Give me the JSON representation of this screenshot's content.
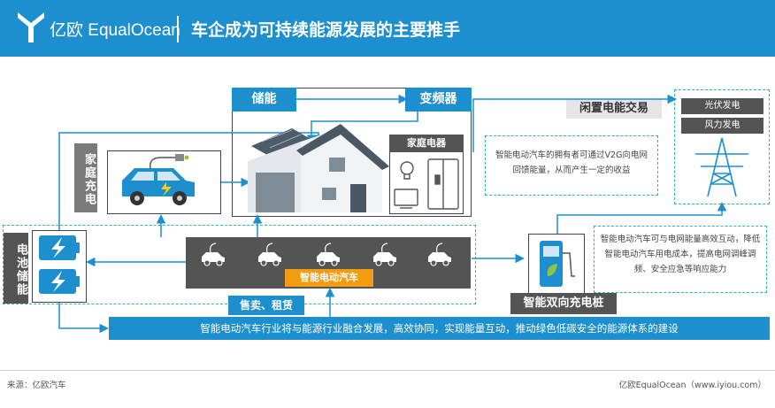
{
  "header": {
    "brand": "亿欧 EqualOcean",
    "title": "车企成为可持续能源发展的主要推手"
  },
  "house": {
    "storage_label": "储能",
    "inverter_label": "变频器",
    "appliances_label": "家庭电器"
  },
  "home_charging_label": "家庭充电",
  "battery_storage_label": "电池储能",
  "smart_car_label": "智能电动汽车",
  "sales_rental_label": "售卖、租赁",
  "idle_trading_label": "闲置电能交易",
  "grid": {
    "solar_label": "光伏发电",
    "wind_label": "风力发电"
  },
  "notes": {
    "v2g": "智能电动汽车的拥有者可通过V2G向电网回馈能量，从而产生一定的收益",
    "interaction": "智能电动汽车可与电网能量高效互动，降低智能电动汽车用电成本，提高电网调峰调频、安全应急等响应能力"
  },
  "charging_pile_label": "智能双向充电桩",
  "banner": "智能电动汽车行业将与能源行业融合发展，高效协同，实现能量互动，推动绿色低碳安全的能源体系的建设",
  "footer": {
    "source": "来源：亿欧汽车",
    "credit": "亿欧EqualOcean（www.iyiou.com）"
  },
  "colors": {
    "brand_blue": "#1d8fcf",
    "dark_panel": "#545454",
    "accent_orange": "#f39c12",
    "dashed_teal": "#2fb5a8"
  }
}
